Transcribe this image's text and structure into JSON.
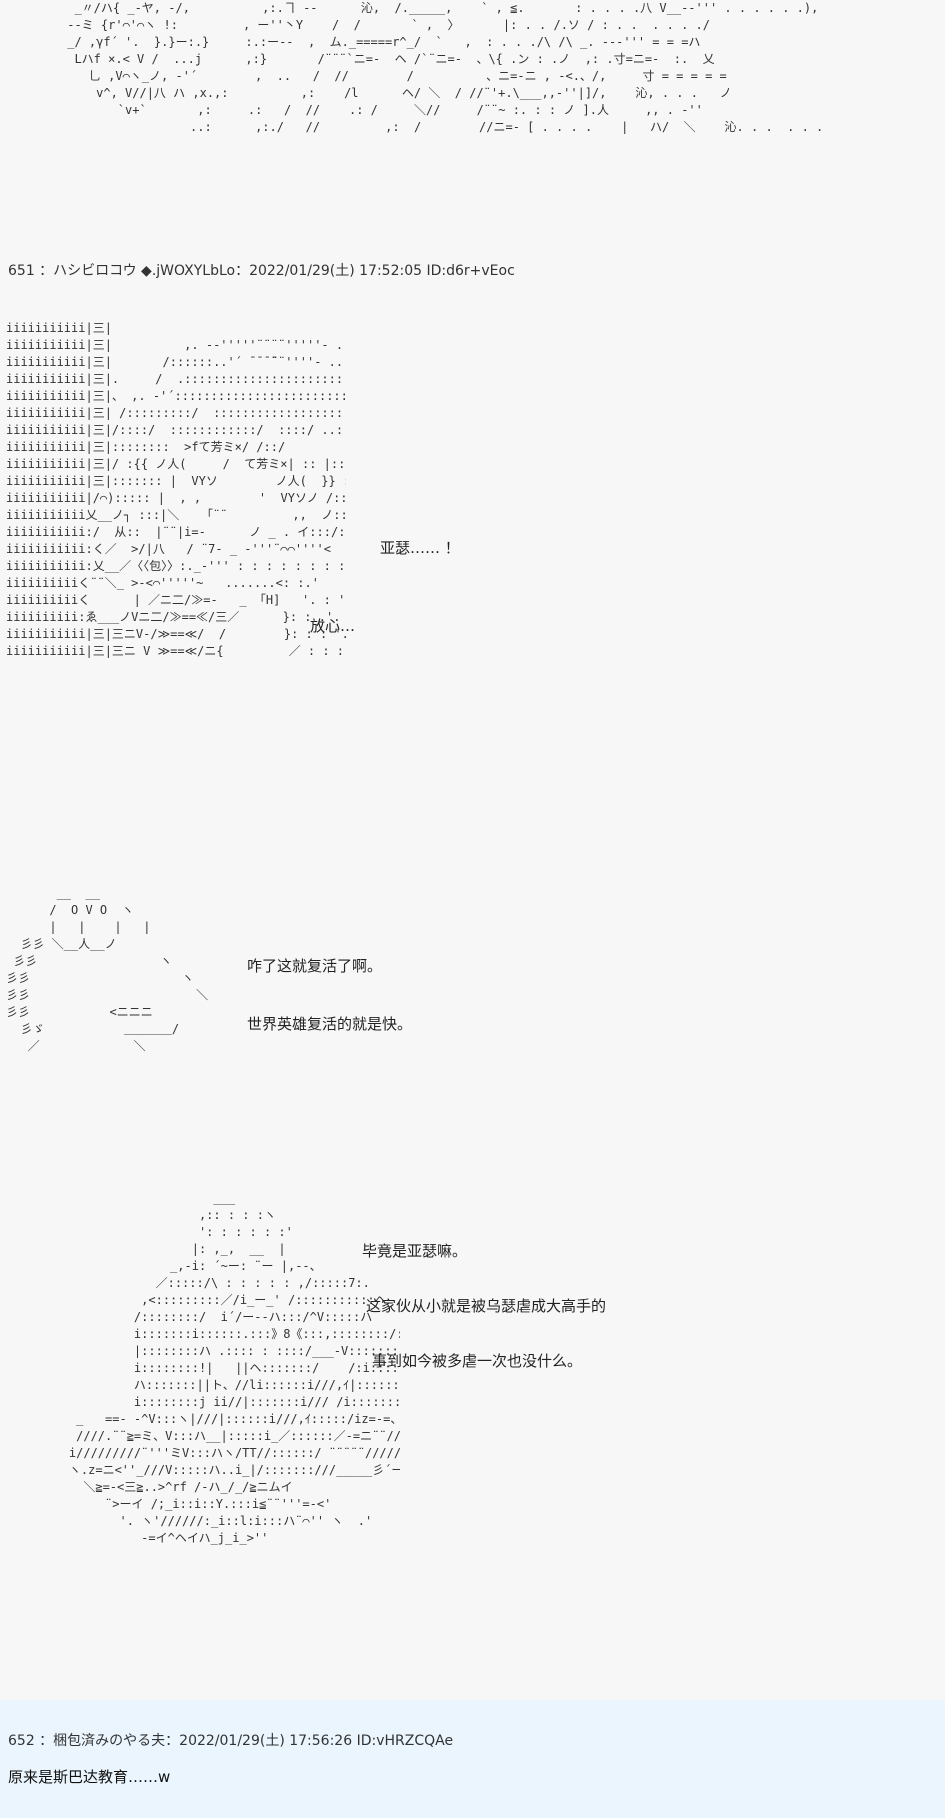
{
  "posts": [
    {
      "art": "  _〃/ハ{ _-ヤ, -/,          ,:.ヿ --      沁,  /._____,    ` , ≦.       : . . . .八 V__-‐''' . . . . . .),\n --ミ {r'⌒'⌒ヽ !:         , ー''丶Y    /  /       ` ,  〉      |: . . /.ソ / : . .  . . . ./\n _/ ,γf´ '.  }.}ー:.}     :.:ー-‐  ,  ム._=====r^_/  `   ,  : . . ./\\ /\\ _. ---''' = = =ハ\n  Lハf ×.< V /  ...j      ,:}       /¨¨¨`ニ=-  ヘ /`¨ニ=-  、\\{ .ン : .ノ  ,: .寸=ニ=-  :.  乂\n    乚 ,V⌒ヽ_ノ, -'´        ,  ..   /  //        /          、ニ=‐ニ , -<.、/,     寸 = = = = =\n     v^, V//|八 ハ ,x.,:          ,:    /l      ヘ/ ＼  / //¨'+.\\___,,-''|]/,    沁, . . .   ノ\n        `v+`       ,:     .:   /  //    .: /     ＼//     /¨¨~ :. : : ノ ].人     ,, . -''\n                  ..:      ,:./   //         ,:  /        //ニ=‐ [ . . . .    |   ハ/  ＼    沁. . .  . . ."
    },
    {
      "header": "651 ：ハシビロコウ ◆.jWOXYLbLo：2022/01/29(土) 17:52:05 ID:d6r+vEoc",
      "art1": "iiiiiiiiiii|三|\niiiiiiiiiii|三|          ,. --'''''¨¨¨¨'''''- ..\niiiiiiiiiii|三|       /::::::..'´ ̄ ̄ ̄ ̄¨¨''''- ...\niiiiiiiiiii|三|.     /  .:::::::::::::::::::::::::::::::::::::::...\niiiiiiiiiii|三|、 ,. -'´::::::::::::::::::::::::::::::::::::::::::::\niiiiiiiiiii|三| /:::::::::/  ::::::::::::::::::::::::::::::::::/\\ |::::::::\niiiiiiiiiii|三|/::::/  ::::::::::::/  ::::/ ..: /⌒` |::::::::::|\niiiiiiiiiii|三|::::::::  >fて芳ミ×/ /::/          |::::::::::|\niiiiiiiiiii|三|/ :{{ ノ人(     /  て芳ミ×| :: |::|\niiiiiiiiiii|三|::::::: |  VYソ        ノ人(  }} :八|::|\niiiiiiiiiii|/⌒)::::: |  , ,        '  VYソノ /::|::八\niiiiiiiiiii乂__ノ┐ :::|＼   「¨¨         ,,  ノ:::::::: |/\niiiiiiiiiii:/  从::  |¨¨|i=-      ノ _ . イ:::/:::::人\niiiiiiiiiii:く／  >/|八   / ¨7‐ _ ‐'''¨⌒⌒''''<\niiiiiiiiiii:乂__／〈〈包〉〉:._‐''' : : : : : : : : : : ノ\niiiiiiiiiiく¨¨＼_ >‐<⌒'''''~   .......<: :.'\niiiiiiiiiiく      | ／ニ二/≫=-   _ 「H]   '. : ',\niiiiiiiiii:ゑ___ノVニ二/≫==≪/三／      }: : .'.\niiiiiiiiiii|三|三ニV-/≫==≪/  /        }: : : '.\niiiiiiiiiii|三|三ニ V ≫==≪/ニ{         ／ : : : : '.",
      "line1": "亚瑟…… ！",
      "line2": "放心…",
      "art2": "       __  __\n      /  O V O  ヽ\n      |   |    |   |\n  彡彡 ＼__人__ノ\n 彡彡                 ヽ\n彡彡                     ヽ\n彡彡                       ＼\n彡彡           <ニニニ\n  彡ゞ           ＿＿＿＿/\n   ／             ＼",
      "line3": "咋了这就复活了啊。",
      "line4": "世界英雄复活的就是快。",
      "art3": "                        ___\n                      ,:: : : :ヽ\n                      ': : : : : :'\n                     |: ,_,  __  |\n                  _,-i: ´~ー: ¨ー |,--、\n                ／:::::/\\ : : : : : ,/:::::7:.\n              ,<:::::::::／/i_ー_' /:::::::::::ヘ\n             /::::::::/  i´/ー‐-ハ:::/^V:::::ハ\n             i:::::::i::::::.:::》8《:::,::::::::/::::::::.\n             |::::::::ハ .:::: : ::::/___-V:::::::|\n             i::::::::!|   ||ヘ:::::::/    /:i::::::::|\n             ハ:::::::||ト、//li::::::i///,ｲ|::::::::{\n             i::::::::j ii//|:::::::i/// /i::::::::f\n     _   ==- ‐^V:::ヽ|///|::::::i///,ｲ:::::/iz=‐=、_\n     ////.¨¨≧=ミ、V:::ハ__|:::::i_／::::::／‐=ニ¨¨//^\n    i/////////¨'''ミV:::ハヽ/TT//::::::/ ¨¨¨¨¨/////\n    ヽ.z=ニ<''_///V:::::ハ..i_|/:::::::///_____彡´ー\n      ＼≧=‐<三≧..>^rf /‐ハ_/_/≧ニムイ\n         ¨>ーイ /;_i::i::Y.:::i≦¨¨'''=‐<'\n           '. ヽ'//////:_i::l:i:::ハ¨⌒'' ヽ  .'\n              ‐=イ^ヘイハ_j_i_>''",
      "line5": "毕竟是亚瑟嘛。",
      "line6": "这家伙从小就是被乌瑟虐成大高手的",
      "line7": "事到如今被多虐一次也没什么。"
    },
    {
      "header": "652 ：梱包済みのやる夫：2022/01/29(土) 17:56:26 ID:vHRZCQAe",
      "line1": "原来是斯巴达教育……w"
    }
  ]
}
